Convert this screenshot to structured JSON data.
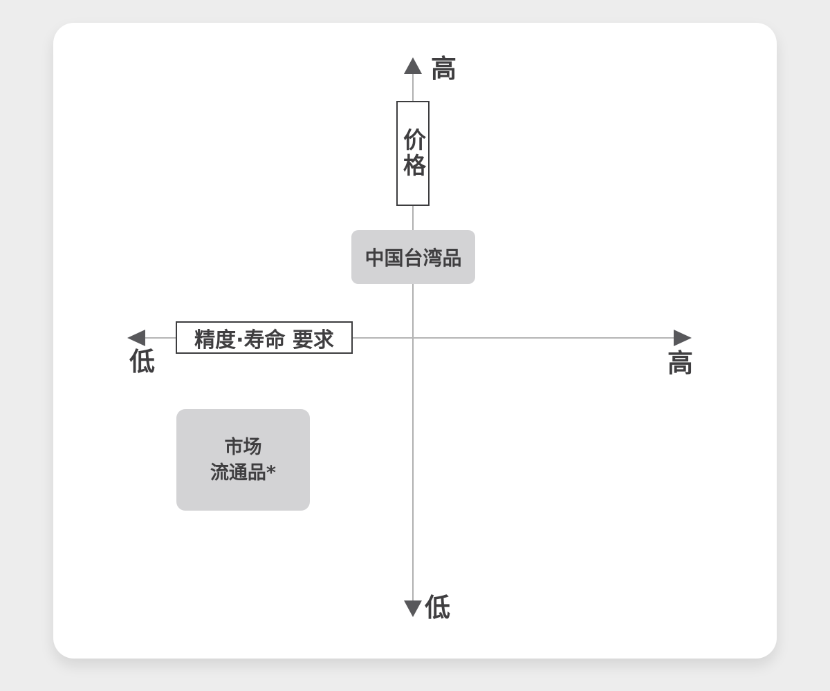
{
  "diagram": {
    "vertical_axis": {
      "title": "价格",
      "top_label": "高",
      "bottom_label": "低"
    },
    "horizontal_axis": {
      "title": "精度·寿命 要求",
      "left_label": "低",
      "right_label": "高"
    },
    "nodes": [
      {
        "id": "taiwan",
        "label": "中国台湾品",
        "quadrant": "upper-center"
      },
      {
        "id": "market",
        "label_line1": "市场",
        "label_line2": "流通品*",
        "quadrant": "lower-left"
      }
    ],
    "colors": {
      "page_background": "#ededed",
      "card_background": "#ffffff",
      "axis_line": "#b0b0b0",
      "arrow": "#58585b",
      "text": "#3f3e40",
      "node_fill": "#d3d3d5",
      "box_border": "#3c3c3e"
    }
  }
}
